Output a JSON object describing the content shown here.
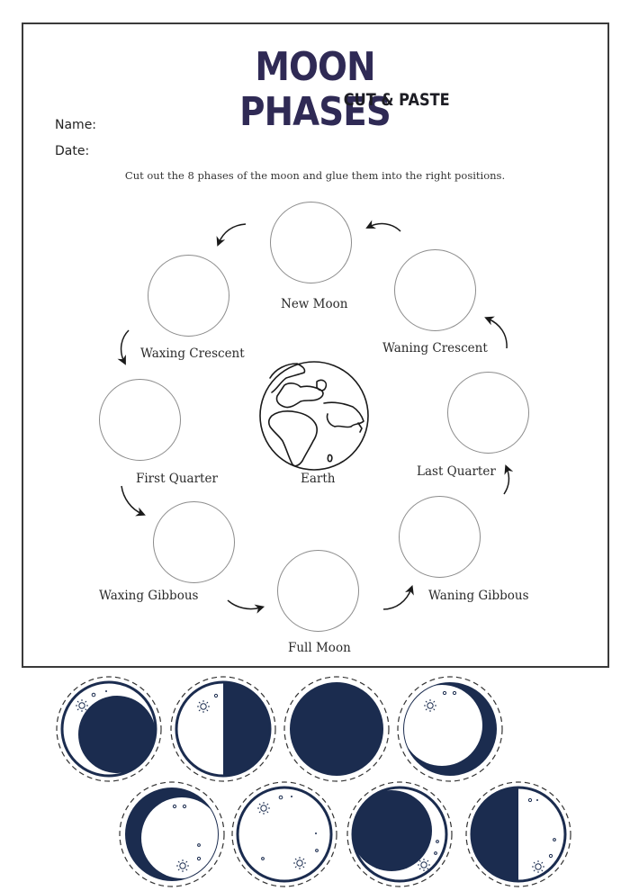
{
  "header": {
    "title": "MOON PHASES",
    "subtitle": "CUT & PASTE"
  },
  "form": {
    "name_label": "Name:",
    "date_label": "Date:"
  },
  "instructions": "Cut out the 8 phases of the moon and glue them into the right positions.",
  "center": {
    "label": "Earth",
    "icon": "earth-globe-icon"
  },
  "slots": [
    {
      "id": "new-moon",
      "label": "New Moon"
    },
    {
      "id": "waxing-crescent",
      "label": "Waxing Crescent"
    },
    {
      "id": "first-quarter",
      "label": "First Quarter"
    },
    {
      "id": "waxing-gibbous",
      "label": "Waxing Gibbous"
    },
    {
      "id": "full-moon",
      "label": "Full Moon"
    },
    {
      "id": "waning-gibbous",
      "label": "Waning Gibbous"
    },
    {
      "id": "last-quarter",
      "label": "Last Quarter"
    },
    {
      "id": "waning-crescent",
      "label": "Waning Crescent"
    }
  ],
  "cutouts": [
    {
      "shape": "waxing-crescent-lit-left-dark-large"
    },
    {
      "shape": "half-lit-left"
    },
    {
      "shape": "full-dark"
    },
    {
      "shape": "crescent-dark-right"
    },
    {
      "shape": "crescent-dark-left"
    },
    {
      "shape": "full-lit"
    },
    {
      "shape": "thin-lit-right"
    },
    {
      "shape": "half-lit-right"
    }
  ],
  "colors": {
    "title": "#2f2a55",
    "moon_dark": "#1b2c4f",
    "border": "#3a3a3a",
    "slot_outline": "#8c8c8c"
  }
}
